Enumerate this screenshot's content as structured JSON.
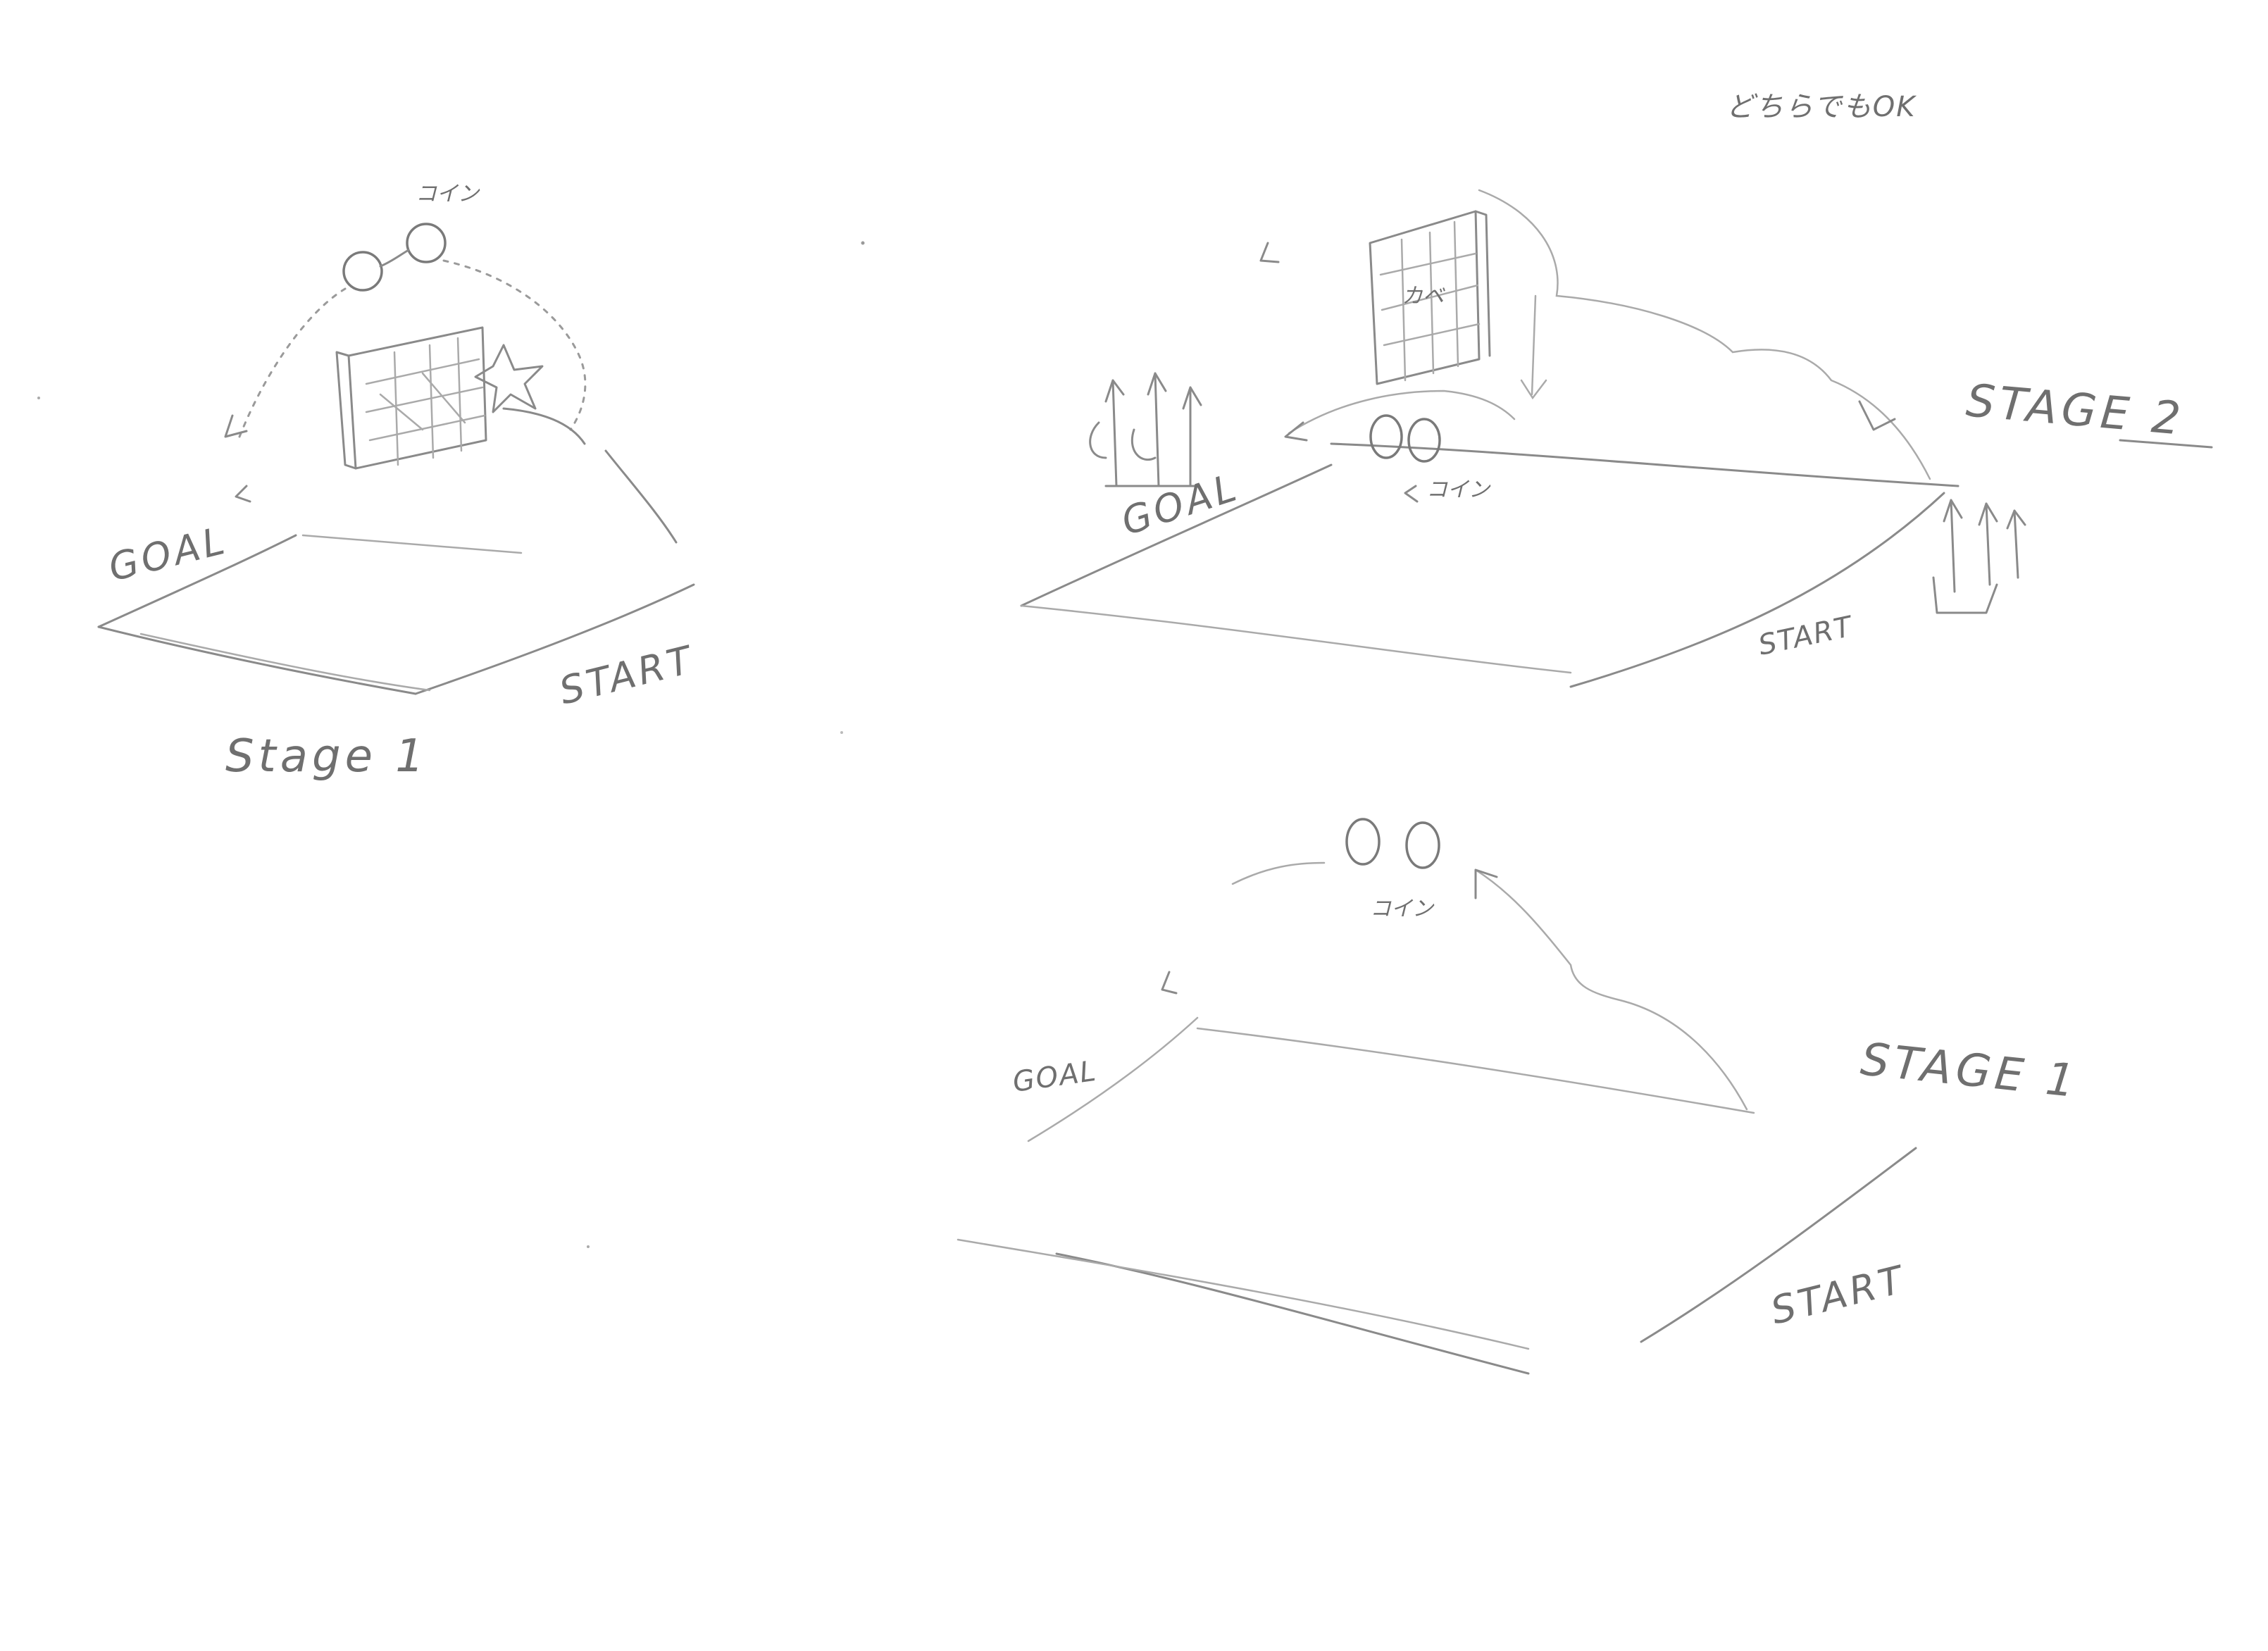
{
  "note": "どちらでもOK",
  "sketch1": {
    "title": "Stage 1",
    "goal": "GOAL",
    "start": "START",
    "coin": "コイン"
  },
  "sketch2": {
    "title": "STAGE 2",
    "goal": "GOAL",
    "start": "START",
    "coin": "コイン",
    "wall": "カベ"
  },
  "sketch3": {
    "title": "STAGE 1",
    "goal": "GOAL",
    "start": "START",
    "coin": "コイン"
  }
}
